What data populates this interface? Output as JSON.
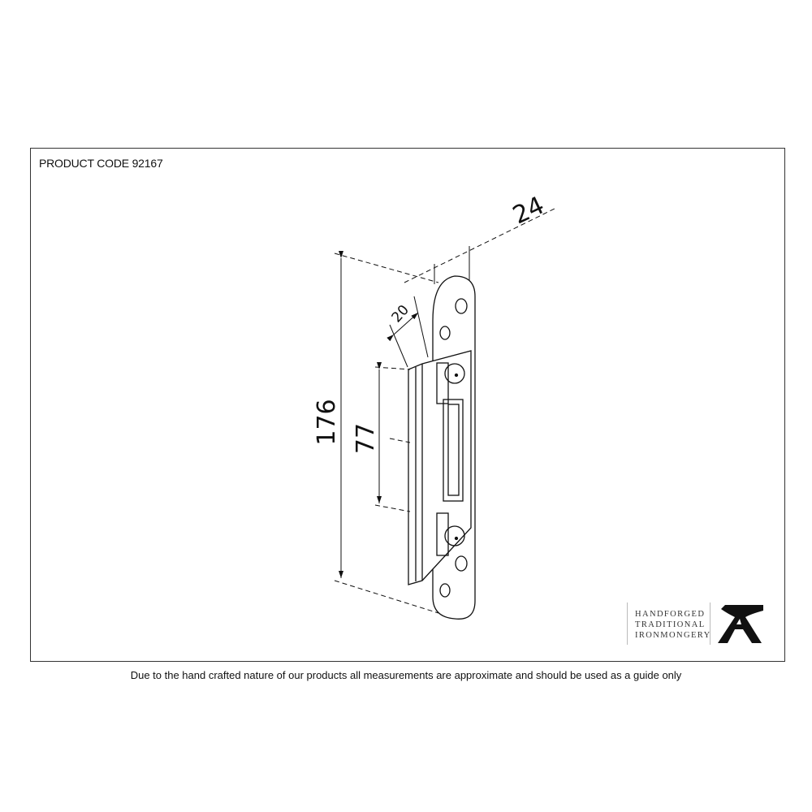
{
  "header": {
    "product_code": "PRODUCT CODE 92167"
  },
  "dimensions": {
    "overall_height": "176",
    "slot_height": "77",
    "depth": "20",
    "width": "24"
  },
  "logo": {
    "lines": [
      "HANDFORGED",
      "TRADITIONAL",
      "IRONMONGERY"
    ],
    "icon": "anvil-icon"
  },
  "footer": {
    "disclaimer": "Due to the hand crafted nature of our products all measurements are approximate and should be used as a guide only"
  }
}
